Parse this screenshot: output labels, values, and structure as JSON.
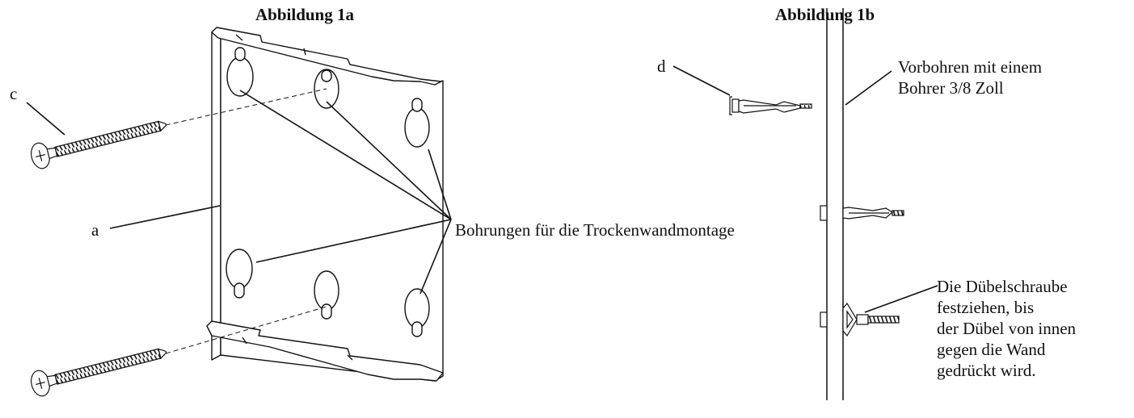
{
  "figure_1a": {
    "title": "Abbildung 1a",
    "label_a": "a",
    "label_c": "c",
    "holes_callout": "Bohrungen für die Trockenwandmontage"
  },
  "figure_1b": {
    "title": "Abbildung 1b",
    "label_d": "d",
    "drill_note": [
      "Vorbohren mit einem",
      "Bohrer 3/8 Zoll"
    ],
    "tighten_note": [
      "Die Dübelschraube",
      "festziehen, bis",
      "der Dübel von innen",
      "gegen die Wand",
      "gedrückt wird."
    ]
  }
}
